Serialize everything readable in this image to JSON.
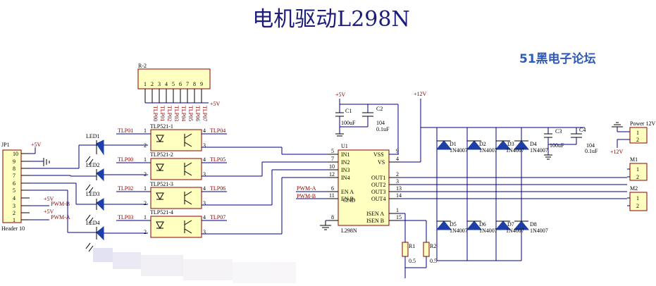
{
  "title": "电机驱动L298N",
  "watermark": "51黑电子论坛",
  "colors": {
    "wire": "#000080",
    "component_fill": "#ffffc0",
    "component_border": "#8a0000",
    "diode": "#1e3ea8",
    "title": "#1c1c7a",
    "label_red": "#8a0000",
    "watermark": "#2f5bb7"
  },
  "header": {
    "ref": "JP1",
    "name": "Header 10",
    "pins": [
      "10",
      "9",
      "8",
      "7",
      "6",
      "5",
      "4",
      "3",
      "2",
      "1"
    ],
    "net_5v": "+5V",
    "net_5v_b": "+5V",
    "net_5v_a": "+5V",
    "pwm_b": "PWM-B",
    "pwm_a": "PWM-A"
  },
  "resistor_net": {
    "ref": "R-2",
    "pins": [
      "1",
      "2",
      "3",
      "4",
      "5",
      "6",
      "7",
      "8",
      "9"
    ],
    "nets": [
      "TLP00",
      "TLP01",
      "TLP02",
      "TLP03",
      "TLP04",
      "TLP05",
      "TLP06",
      "TLP07"
    ],
    "supply": "+5V"
  },
  "leds": [
    "LED1",
    "LED2",
    "LED3",
    "LED4"
  ],
  "optos": [
    {
      "ref": "TLP521-1",
      "in": "TLP01",
      "out": "TLP04",
      "p1": "1",
      "p2": "2",
      "p3": "3",
      "p4": "4"
    },
    {
      "ref": "TLP521-2",
      "in": "TLP00",
      "out": "TLP05",
      "p1": "1",
      "p2": "2",
      "p3": "3",
      "p4": "4"
    },
    {
      "ref": "TLP521-3",
      "in": "TLP02",
      "out": "TLP06",
      "p1": "1",
      "p2": "2",
      "p3": "3",
      "p4": "4"
    },
    {
      "ref": "TLP521-4",
      "in": "TLP03",
      "out": "TLP07",
      "p1": "1",
      "p2": "2",
      "p3": "3",
      "p4": "4"
    }
  ],
  "ic": {
    "ref": "U1",
    "name": "L298N",
    "left": [
      {
        "pin": "5",
        "name": "IN1"
      },
      {
        "pin": "7",
        "name": "IN2"
      },
      {
        "pin": "10",
        "name": "IN3"
      },
      {
        "pin": "12",
        "name": "IN4"
      },
      {
        "pin": "6",
        "name": "EN A"
      },
      {
        "pin": "11",
        "name": "EN B"
      },
      {
        "pin": "8",
        "name": "GND"
      }
    ],
    "right": [
      {
        "pin": "9",
        "name": "VSS"
      },
      {
        "pin": "4",
        "name": "VS"
      },
      {
        "pin": "2",
        "name": "OUT1"
      },
      {
        "pin": "3",
        "name": "OUT2"
      },
      {
        "pin": "13",
        "name": "OUT3"
      },
      {
        "pin": "14",
        "name": "OUT4"
      },
      {
        "pin": "1",
        "name": "ISEN A"
      },
      {
        "pin": "15",
        "name": "ISEN B"
      }
    ],
    "pwm_a": "PWM-A",
    "pwm_b": "PWM-B"
  },
  "caps": {
    "c1": "C1",
    "c1_val": "100uF",
    "c2": "C2",
    "c2_val": "104",
    "c2_val2": "0.1uF",
    "c3": "C3",
    "c3_val": "100uF",
    "c4": "C4",
    "c4_val": "104",
    "c4_val2": "0.1uF",
    "net5": "+5V",
    "net12a": "+12V",
    "net12b": "+12V"
  },
  "diodes": [
    {
      "ref": "D1",
      "type": "1N4007"
    },
    {
      "ref": "D2",
      "type": "1N4007"
    },
    {
      "ref": "D3",
      "type": "1N4007"
    },
    {
      "ref": "D4",
      "type": "1N4007"
    },
    {
      "ref": "D5",
      "type": "1N4007"
    },
    {
      "ref": "D6",
      "type": "1N4007"
    },
    {
      "ref": "D7",
      "type": "1N4007"
    },
    {
      "ref": "D8",
      "type": "1N4007"
    }
  ],
  "sense": [
    {
      "ref": "R1",
      "val": "0.5"
    },
    {
      "ref": "R2",
      "val": "0.5"
    }
  ],
  "connectors": [
    {
      "ref": "Power 12V",
      "p1": "1",
      "p2": "2"
    },
    {
      "ref": "M1",
      "p1": "1",
      "p2": "2"
    },
    {
      "ref": "M2",
      "p1": "1",
      "p2": "2"
    }
  ]
}
